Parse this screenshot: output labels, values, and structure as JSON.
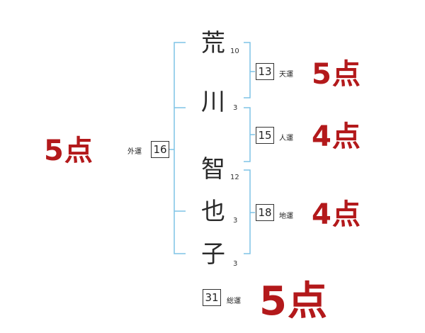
{
  "name_chars": [
    {
      "char": "荒",
      "strokes": "10"
    },
    {
      "char": "川",
      "strokes": "3"
    },
    {
      "char": "智",
      "strokes": "12"
    },
    {
      "char": "也",
      "strokes": "3"
    },
    {
      "char": "子",
      "strokes": "3"
    }
  ],
  "tenkaku": {
    "label": "天運",
    "value": "13",
    "score": "5点"
  },
  "jinkaku": {
    "label": "人運",
    "value": "15",
    "score": "4点"
  },
  "chikaku": {
    "label": "地運",
    "value": "18",
    "score": "4点"
  },
  "gaikaku": {
    "label": "外運",
    "value": "16",
    "score": "5点"
  },
  "soukaku": {
    "label": "総運",
    "value": "31",
    "score": "5点"
  },
  "colors": {
    "bracket": "#7ec3e6",
    "score": "#b3191b"
  }
}
